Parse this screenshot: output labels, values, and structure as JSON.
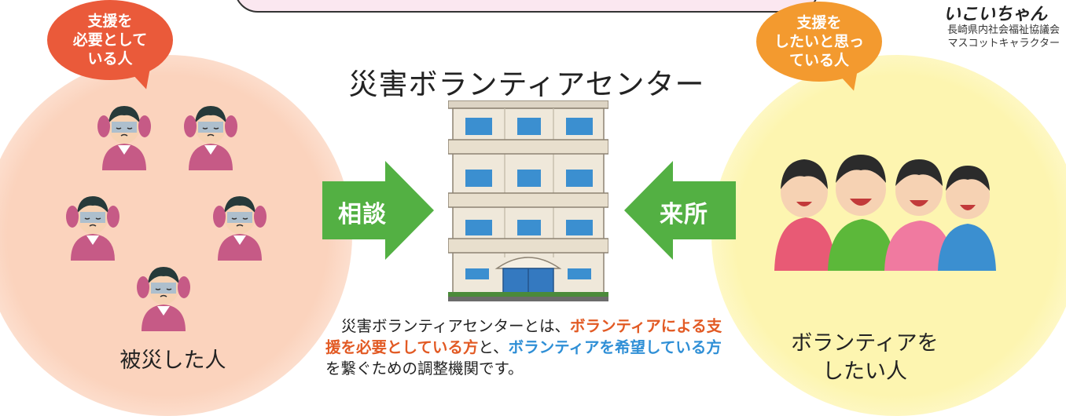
{
  "bubble_left": {
    "lines": [
      "支援を",
      "必要として",
      "いる人"
    ]
  },
  "bubble_right": {
    "lines": [
      "支援を",
      "したいと思っ",
      "ている人"
    ]
  },
  "mascot": {
    "name": "いこいちゃん",
    "affiliation": "長崎県内社会福祉協議会",
    "role": "マスコットキャラクター"
  },
  "center_title": "災害ボランティアセンター",
  "arrow_left_label": "相談",
  "arrow_right_label": "来所",
  "description": {
    "part1": "災害ボランティアセンターとは、",
    "part2_red": "ボランティアによる支援を必要としている方",
    "part3": "と、",
    "part4_blue": "ボランティアを希望している方",
    "part5": "を繋ぐための調整機関です。"
  },
  "caption_left": "被災した人",
  "caption_right": [
    "ボランティアを",
    "したい人"
  ],
  "colors": {
    "left_bubble": "#ea5a3a",
    "right_bubble": "#f39a2f",
    "left_circle": "#fbd3bd",
    "right_circle": "#fdf5b0",
    "arrow_green": "#53b043",
    "highlight_red": "#e25a24",
    "highlight_blue": "#2f8fd6"
  },
  "icons": [
    "worried-person-icon",
    "building-icon",
    "volunteer-group-icon",
    "right-arrow-icon",
    "left-arrow-icon"
  ]
}
